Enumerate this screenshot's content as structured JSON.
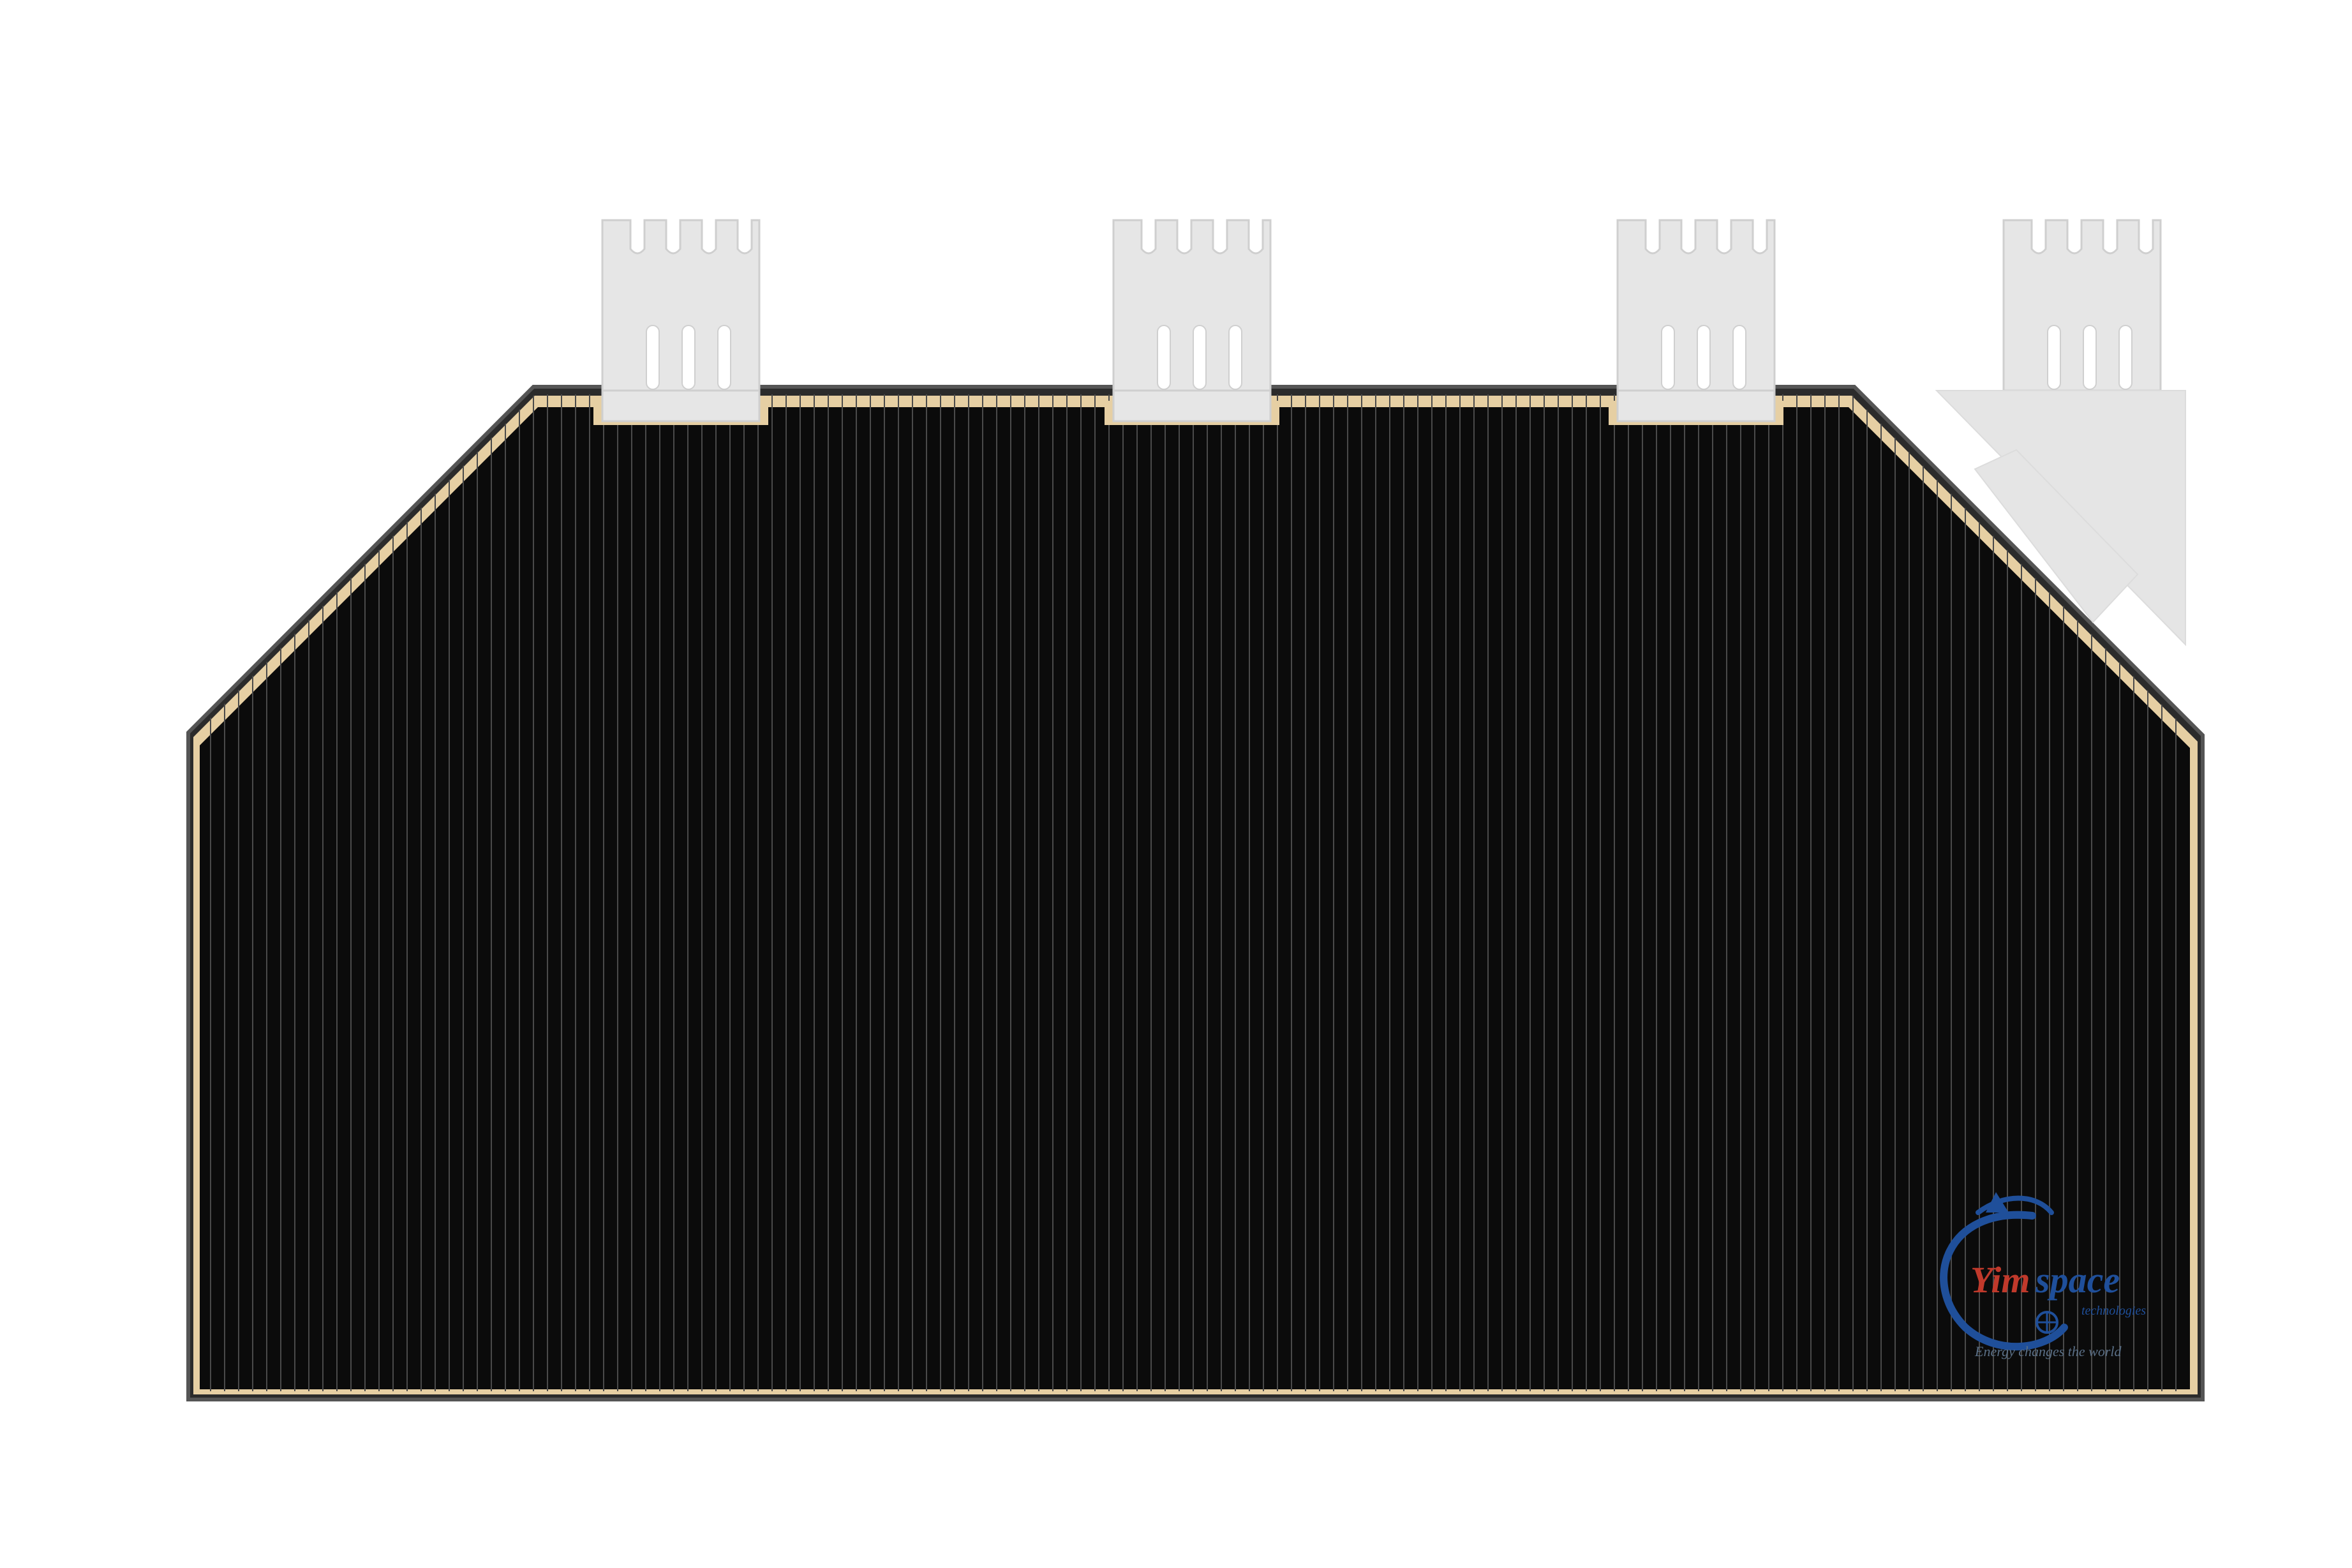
{
  "logo": {
    "word_yim": "Yim",
    "word_space": "space",
    "subline": "technologies",
    "tagline": "Energy changes the world",
    "colors": {
      "yim": "#c0392b",
      "space": "#1f4f9a",
      "swirl": "#1f4f9a",
      "tagline": "#5a6f86"
    }
  },
  "colors": {
    "panel_fill": "#0b0b0b",
    "panel_edge": "#3a3a3a",
    "gold_border": "#e6cfa3",
    "stripe": "#4a4a4a",
    "tab": "#e6e6e6",
    "tab_edge": "#cfcfcf",
    "arrow": "#e5e5e5"
  }
}
